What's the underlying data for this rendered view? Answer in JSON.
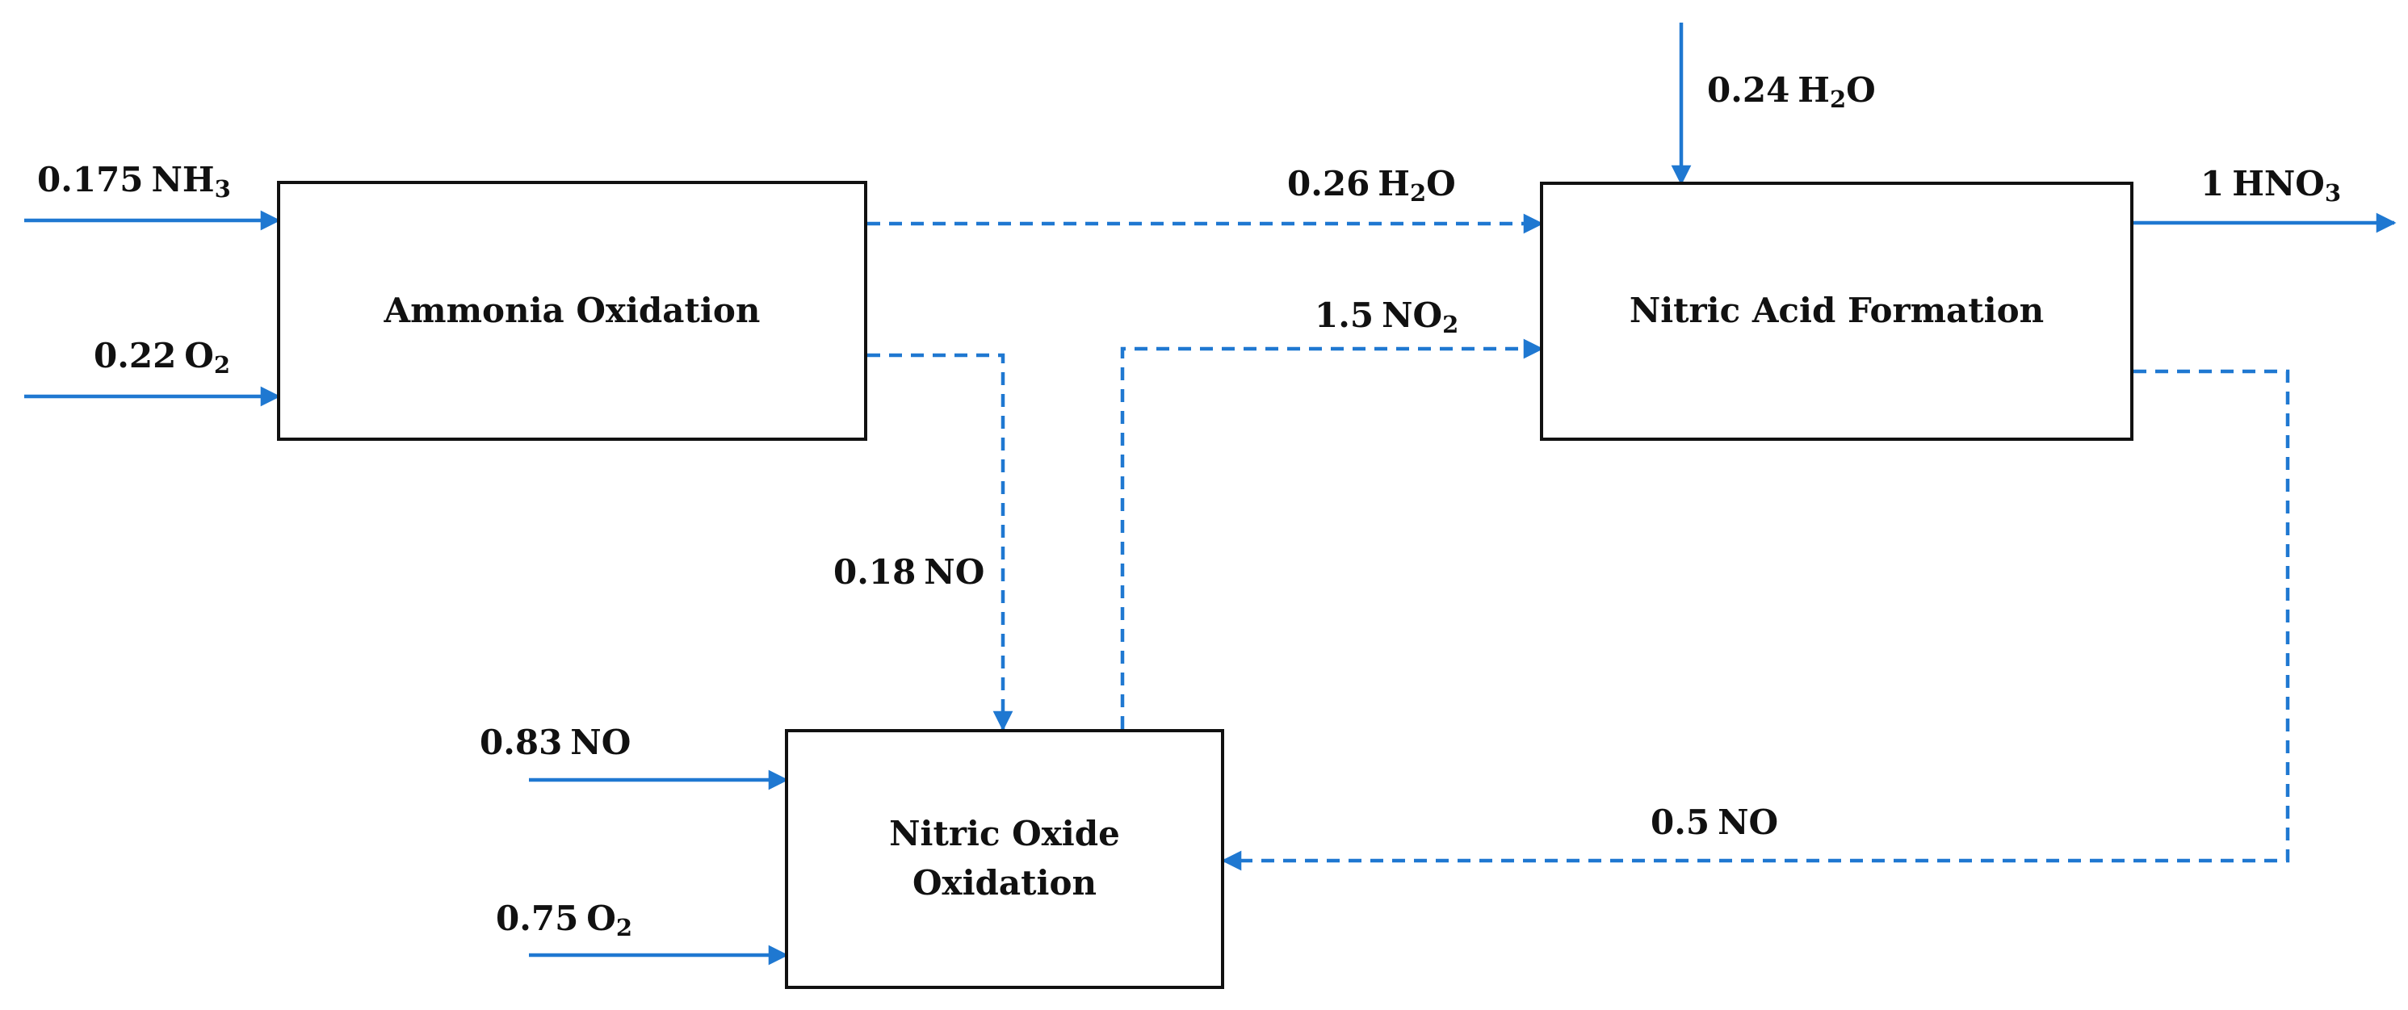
{
  "diagram": {
    "colors": {
      "stream": "#1f78d1",
      "block_border": "#111111",
      "text": "#111111"
    },
    "line_styles": {
      "external_stream": "solid",
      "internal_stream": "dashed"
    },
    "blocks": {
      "ammonia_oxidation": {
        "title": "Ammonia Oxidation"
      },
      "nitric_acid_formation": {
        "title": "Nitric Acid Formation"
      },
      "nitric_oxide_oxidation": {
        "title_line1": "Nitric Oxide",
        "title_line2": "Oxidation"
      }
    },
    "streams": {
      "nh3_in": {
        "amount": "0.175",
        "formula": "NH",
        "sub": "3"
      },
      "o2_in_ammonia": {
        "amount": "0.22",
        "formula": "O",
        "sub": "2"
      },
      "h2o_internal": {
        "amount": "0.26",
        "formula": "H",
        "sub": "2",
        "suffix": "O"
      },
      "no2_internal": {
        "amount": "1.5",
        "formula": "NO",
        "sub": "2"
      },
      "h2o_in": {
        "amount": "0.24",
        "formula": "H",
        "sub": "2",
        "suffix": "O"
      },
      "hno3_out": {
        "amount": "1",
        "formula": "HNO",
        "sub": "3"
      },
      "no_internal_a": {
        "amount": "0.18",
        "formula": "NO"
      },
      "no_in": {
        "amount": "0.83",
        "formula": "NO"
      },
      "o2_in_nitric_oxide": {
        "amount": "0.75",
        "formula": "O",
        "sub": "2"
      },
      "no_recycle": {
        "amount": "0.5",
        "formula": "NO"
      }
    }
  }
}
